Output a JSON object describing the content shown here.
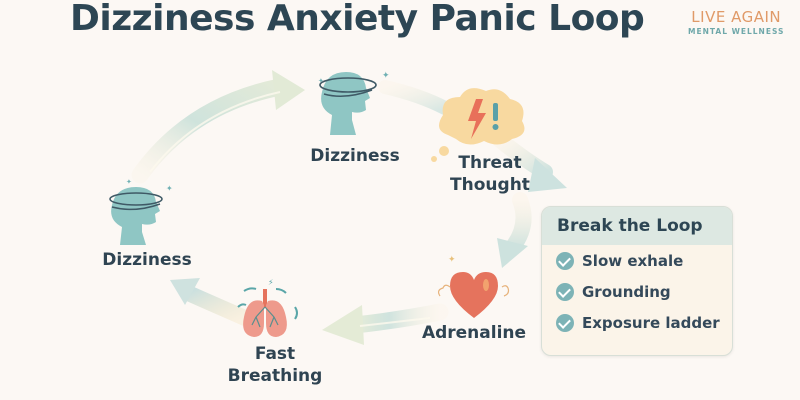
{
  "title": "Dizziness Anxiety Panic Loop",
  "brand": {
    "name": "LIVE AGAIN",
    "tagline": "MENTAL WELLNESS",
    "colors": {
      "name": "#e09a68",
      "tagline": "#6fa8aa"
    }
  },
  "cycle": {
    "nodes": [
      {
        "id": "dizziness-top",
        "label": "Dizziness",
        "icon": "dizzy-head-icon"
      },
      {
        "id": "threat-thought",
        "label_line1": "Threat",
        "label_line2": "Thought",
        "icon": "thought-cloud-lightning-icon"
      },
      {
        "id": "adrenaline",
        "label": "Adrenaline",
        "icon": "heart-icon"
      },
      {
        "id": "fast-breathing",
        "label_line1": "Fast",
        "label_line2": "Breathing",
        "icon": "lungs-icon"
      },
      {
        "id": "dizziness-left",
        "label": "Dizziness",
        "icon": "dizzy-head-icon"
      }
    ],
    "arrow_direction": "clockwise"
  },
  "break_loop": {
    "title": "Break the Loop",
    "items": [
      {
        "label": "Slow exhale",
        "icon": "check-circle-icon"
      },
      {
        "label": "Grounding",
        "icon": "check-circle-icon"
      },
      {
        "label": "Exposure ladder",
        "icon": "check-circle-icon"
      }
    ]
  },
  "colors": {
    "background": "#fcf8f4",
    "text": "#2f4452",
    "head": "#8fc6c4",
    "heart": "#e5735d",
    "lungs": "#ee9a8c",
    "cloud": "#f8d9a0",
    "check": "#7db3b6"
  }
}
